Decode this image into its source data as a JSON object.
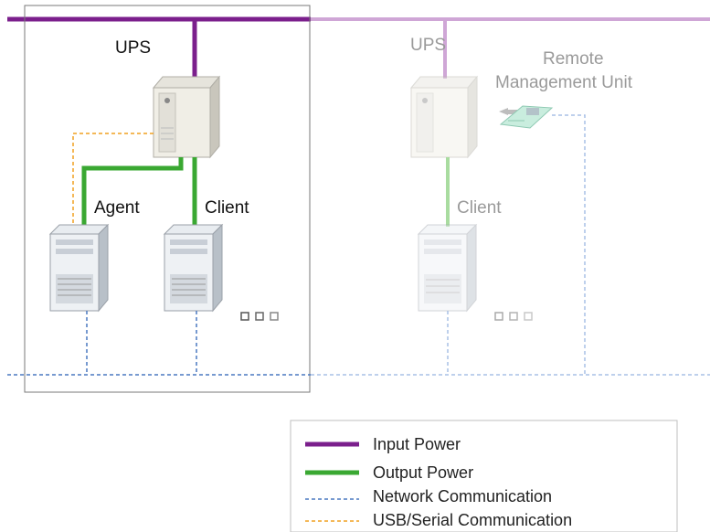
{
  "diagram": {
    "left_group": {
      "ups_label": "UPS",
      "agent_label": "Agent",
      "client_label": "Client"
    },
    "right_group": {
      "ups_label": "UPS",
      "rmu_label_line1": "Remote",
      "rmu_label_line2": "Management Unit",
      "client_label": "Client"
    }
  },
  "legend": {
    "items": [
      {
        "label": "Input Power",
        "color": "#7b1f8c",
        "style": "solid"
      },
      {
        "label": "Output Power",
        "color": "#3aa832",
        "style": "solid"
      },
      {
        "label": "Network Communication",
        "color": "#4a78c0",
        "style": "dashed"
      },
      {
        "label": "USB/Serial Communication",
        "color": "#f0a020",
        "style": "dashed"
      }
    ]
  },
  "colors": {
    "input_power": "#7b1f8c",
    "input_power_faint": "#cfa6d6",
    "output_power": "#3aa832",
    "output_power_faint": "#a9dca0",
    "network": "#4a78c0",
    "network_faint": "#a9c0e6",
    "usb_serial": "#f0a020",
    "box_border": "#7a7a7a"
  }
}
